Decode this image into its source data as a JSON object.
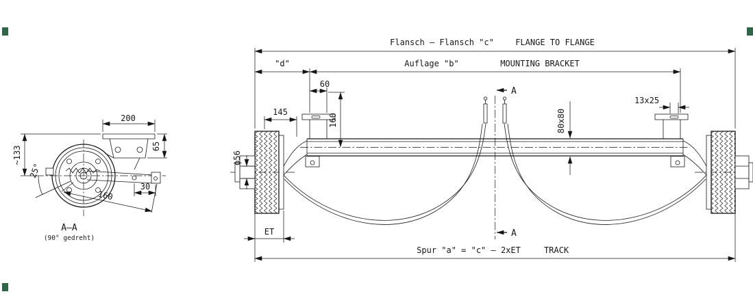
{
  "page": {
    "background": "#ffffff",
    "line_color": "#161616",
    "registration_mark_color": "#2e6647"
  },
  "main_view": {
    "flange_label_de": "Flansch – Flansch \"c\"",
    "flange_label_en": "FLANGE TO FLANGE",
    "d_label": "\"d\"",
    "bracket_label_de": "Auflage \"b\"",
    "bracket_label_en": "MOUNTING BRACKET",
    "dim_60": "60",
    "dim_160": "160",
    "dim_145": "145",
    "tube_section": "80x80",
    "slot_size": "13x25",
    "spindle_diameter": "ϕ56",
    "offset_label": "ET",
    "track_label_de": "Spur \"a\" = \"c\" – 2xET",
    "track_label_en": "TRACK",
    "section_marker": "A"
  },
  "section_view": {
    "title": "A–A",
    "subtitle": "(90° gedreht)",
    "dim_200": "200",
    "dim_65": "65",
    "dim_133": "~133",
    "angle": "25°",
    "dim_30": "30",
    "dim_160": "160"
  }
}
